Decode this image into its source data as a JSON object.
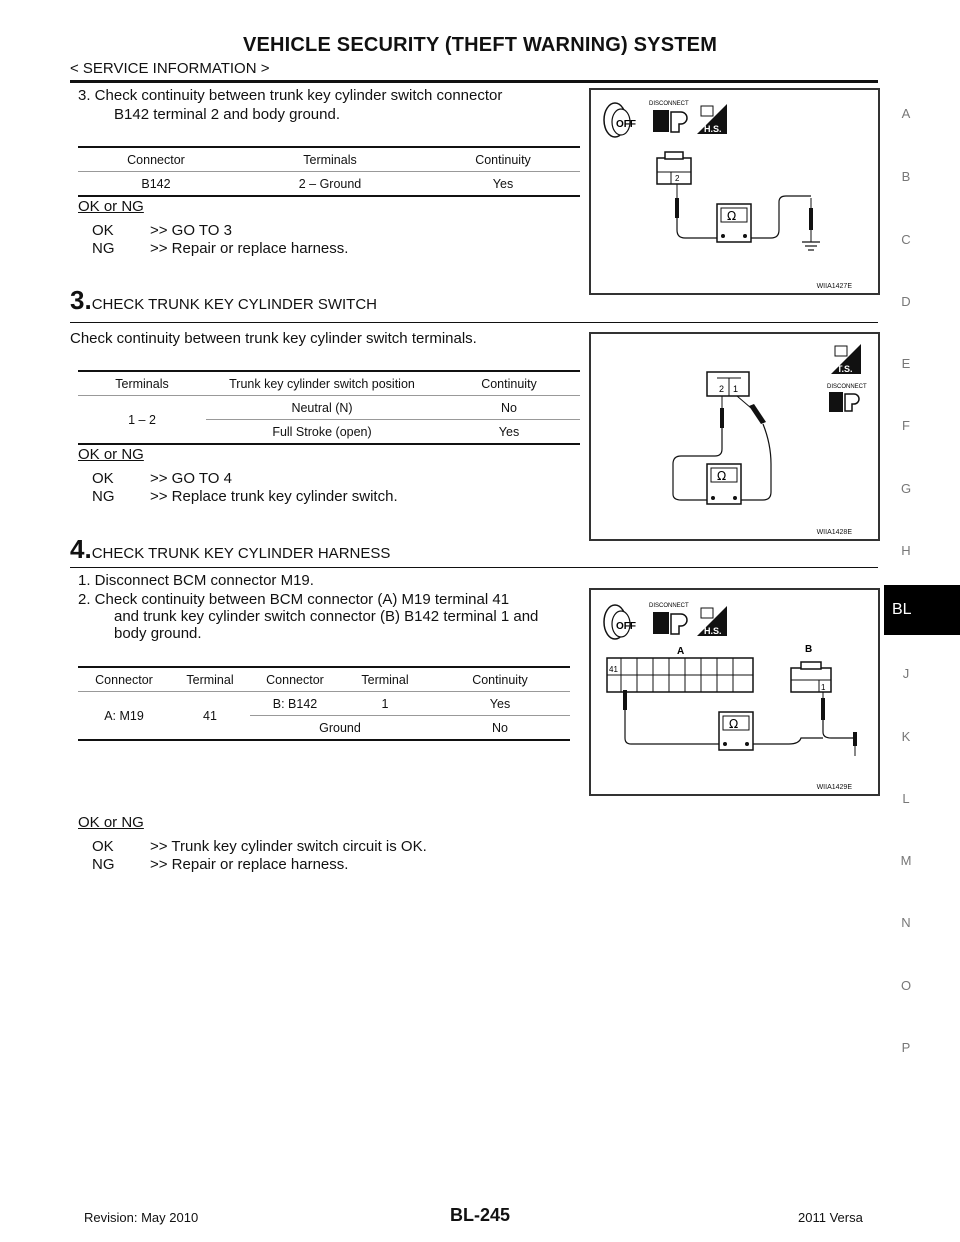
{
  "header": {
    "title": "VEHICLE SECURITY (THEFT WARNING) SYSTEM",
    "subtitle": "< SERVICE INFORMATION >"
  },
  "section2": {
    "instruction_line1": "3.  Check  continuity  between  trunk  key  cylinder  switch  connector",
    "instruction_line2": "B142 terminal 2 and body ground.",
    "table": {
      "headers": [
        "Connector",
        "Terminals",
        "Continuity"
      ],
      "row": [
        "B142",
        "2 – Ground",
        "Yes"
      ]
    },
    "okng": "OK or NG",
    "ok_key": "OK",
    "ok_text": ">> GO TO 3",
    "ng_key": "NG",
    "ng_text": ">> Repair or replace harness.",
    "figure": {
      "code": "WIIA1427E",
      "disconnect": "DISCONNECT",
      "hs": "H.S.",
      "off": "OFF",
      "terminal": "2",
      "ohm": "Ω"
    }
  },
  "step3": {
    "number": "3.",
    "title": "CHECK TRUNK KEY CYLINDER SWITCH",
    "instruction": "Check continuity between trunk key cylinder switch terminals.",
    "table": {
      "headers": [
        "Terminals",
        "Trunk key cylinder switch position",
        "Continuity"
      ],
      "terminals": "1 – 2",
      "rows": [
        {
          "position": "Neutral (N)",
          "continuity": "No"
        },
        {
          "position": "Full Stroke (open)",
          "continuity": "Yes"
        }
      ]
    },
    "okng": "OK or NG",
    "ok_key": "OK",
    "ok_text": ">> GO TO 4",
    "ng_key": "NG",
    "ng_text": ">> Replace trunk key cylinder switch.",
    "figure": {
      "code": "WIIA1428E",
      "ts": "T.S.",
      "disconnect": "DISCONNECT",
      "t2": "2",
      "t1": "1",
      "ohm": "Ω"
    }
  },
  "step4": {
    "number": "4.",
    "title": "CHECK TRUNK KEY CYLINDER HARNESS",
    "line1": "1.  Disconnect BCM connector M19.",
    "line2": "2.  Check  continuity  between  BCM  connector  (A)  M19  terminal  41",
    "line3": "and trunk key cylinder switch connector (B) B142 terminal 1 and",
    "line4": "body ground.",
    "table": {
      "headers": [
        "Connector",
        "Terminal",
        "Connector",
        "Terminal",
        "Continuity"
      ],
      "connector_a": "A: M19",
      "terminal_a": "41",
      "rows": [
        {
          "connector": "B: B142",
          "terminal": "1",
          "continuity": "Yes"
        },
        {
          "connector": "Ground",
          "terminal": "",
          "continuity": "No"
        }
      ]
    },
    "okng": "OK or NG",
    "ok_key": "OK",
    "ok_text": ">> Trunk key cylinder switch circuit is OK.",
    "ng_key": "NG",
    "ng_text": ">> Repair or replace harness.",
    "figure": {
      "code": "WIIA1429E",
      "disconnect": "DISCONNECT",
      "hs": "H.S.",
      "off": "OFF",
      "label_a": "A",
      "label_b": "B",
      "t41": "41",
      "t1": "1",
      "ohm": "Ω"
    }
  },
  "side_index": [
    "A",
    "B",
    "C",
    "D",
    "E",
    "F",
    "G",
    "H",
    "J",
    "K",
    "L",
    "M",
    "N",
    "O",
    "P"
  ],
  "side_tab": "BL",
  "footer": {
    "revision": "Revision: May 2010",
    "page": "BL-245",
    "model": "2011 Versa"
  }
}
